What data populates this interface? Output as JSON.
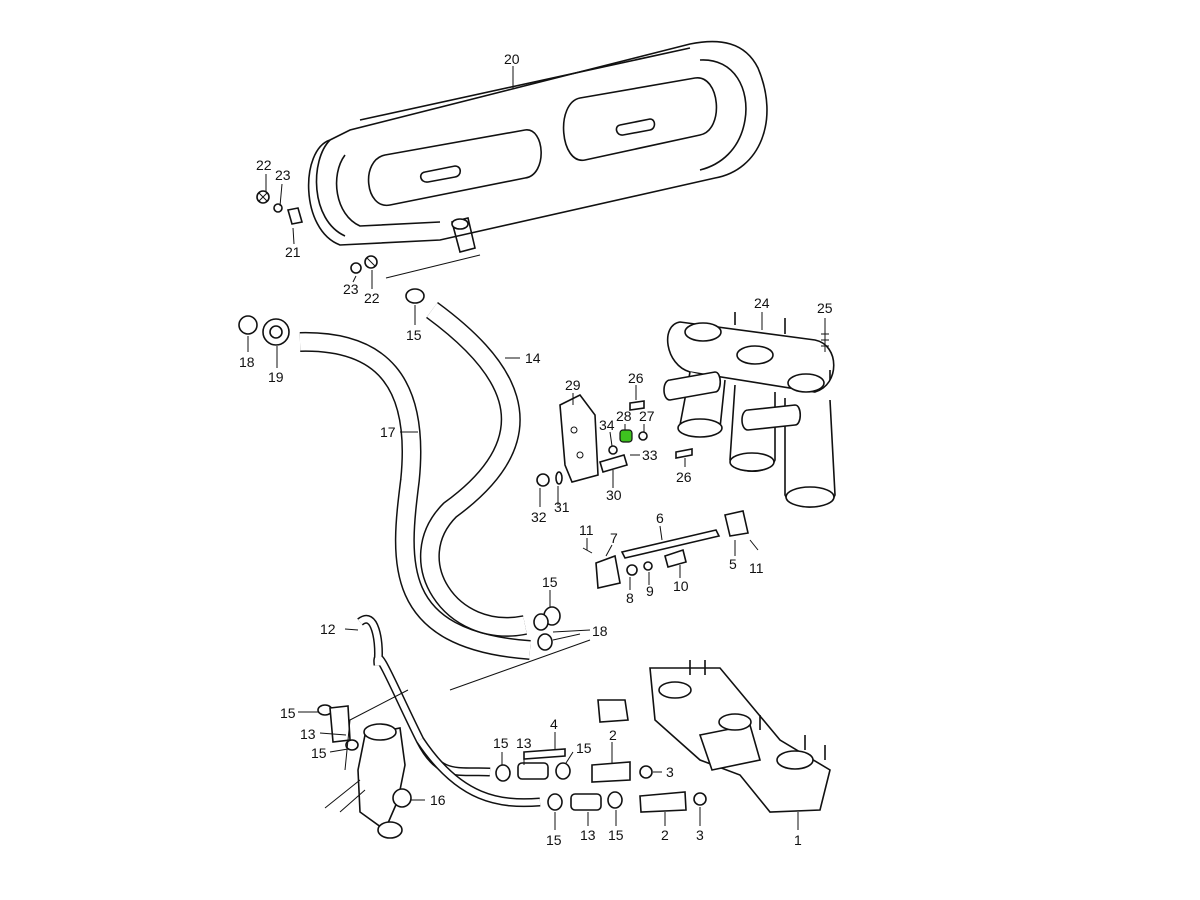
{
  "labels": {
    "l20": "20",
    "l22a": "22",
    "l23a": "23",
    "l21": "21",
    "l23b": "23",
    "l22b": "22",
    "l15a": "15",
    "l24": "24",
    "l25": "25",
    "l18a": "18",
    "l19": "19",
    "l14": "14",
    "l17": "17",
    "l29": "29",
    "l26a": "26",
    "l28": "28",
    "l27": "27",
    "l34": "34",
    "l33": "33",
    "l26b": "26",
    "l32": "32",
    "l31": "31",
    "l30": "30",
    "l6": "6",
    "l11a": "11",
    "l7": "7",
    "l5": "5",
    "l11b": "11",
    "l8": "8",
    "l9": "9",
    "l10": "10",
    "l15b": "15",
    "l12": "12",
    "l18b": "18",
    "l15c": "15",
    "l13a": "13",
    "l15d": "15",
    "l16": "16",
    "l4": "4",
    "l15e": "15",
    "l13b": "13",
    "l15f": "15",
    "l2a": "2",
    "l3a": "3",
    "l15g": "15",
    "l13c": "13",
    "l15h": "15",
    "l2b": "2",
    "l3b": "3",
    "l1": "1"
  },
  "highlight_color": "#3ec21f"
}
